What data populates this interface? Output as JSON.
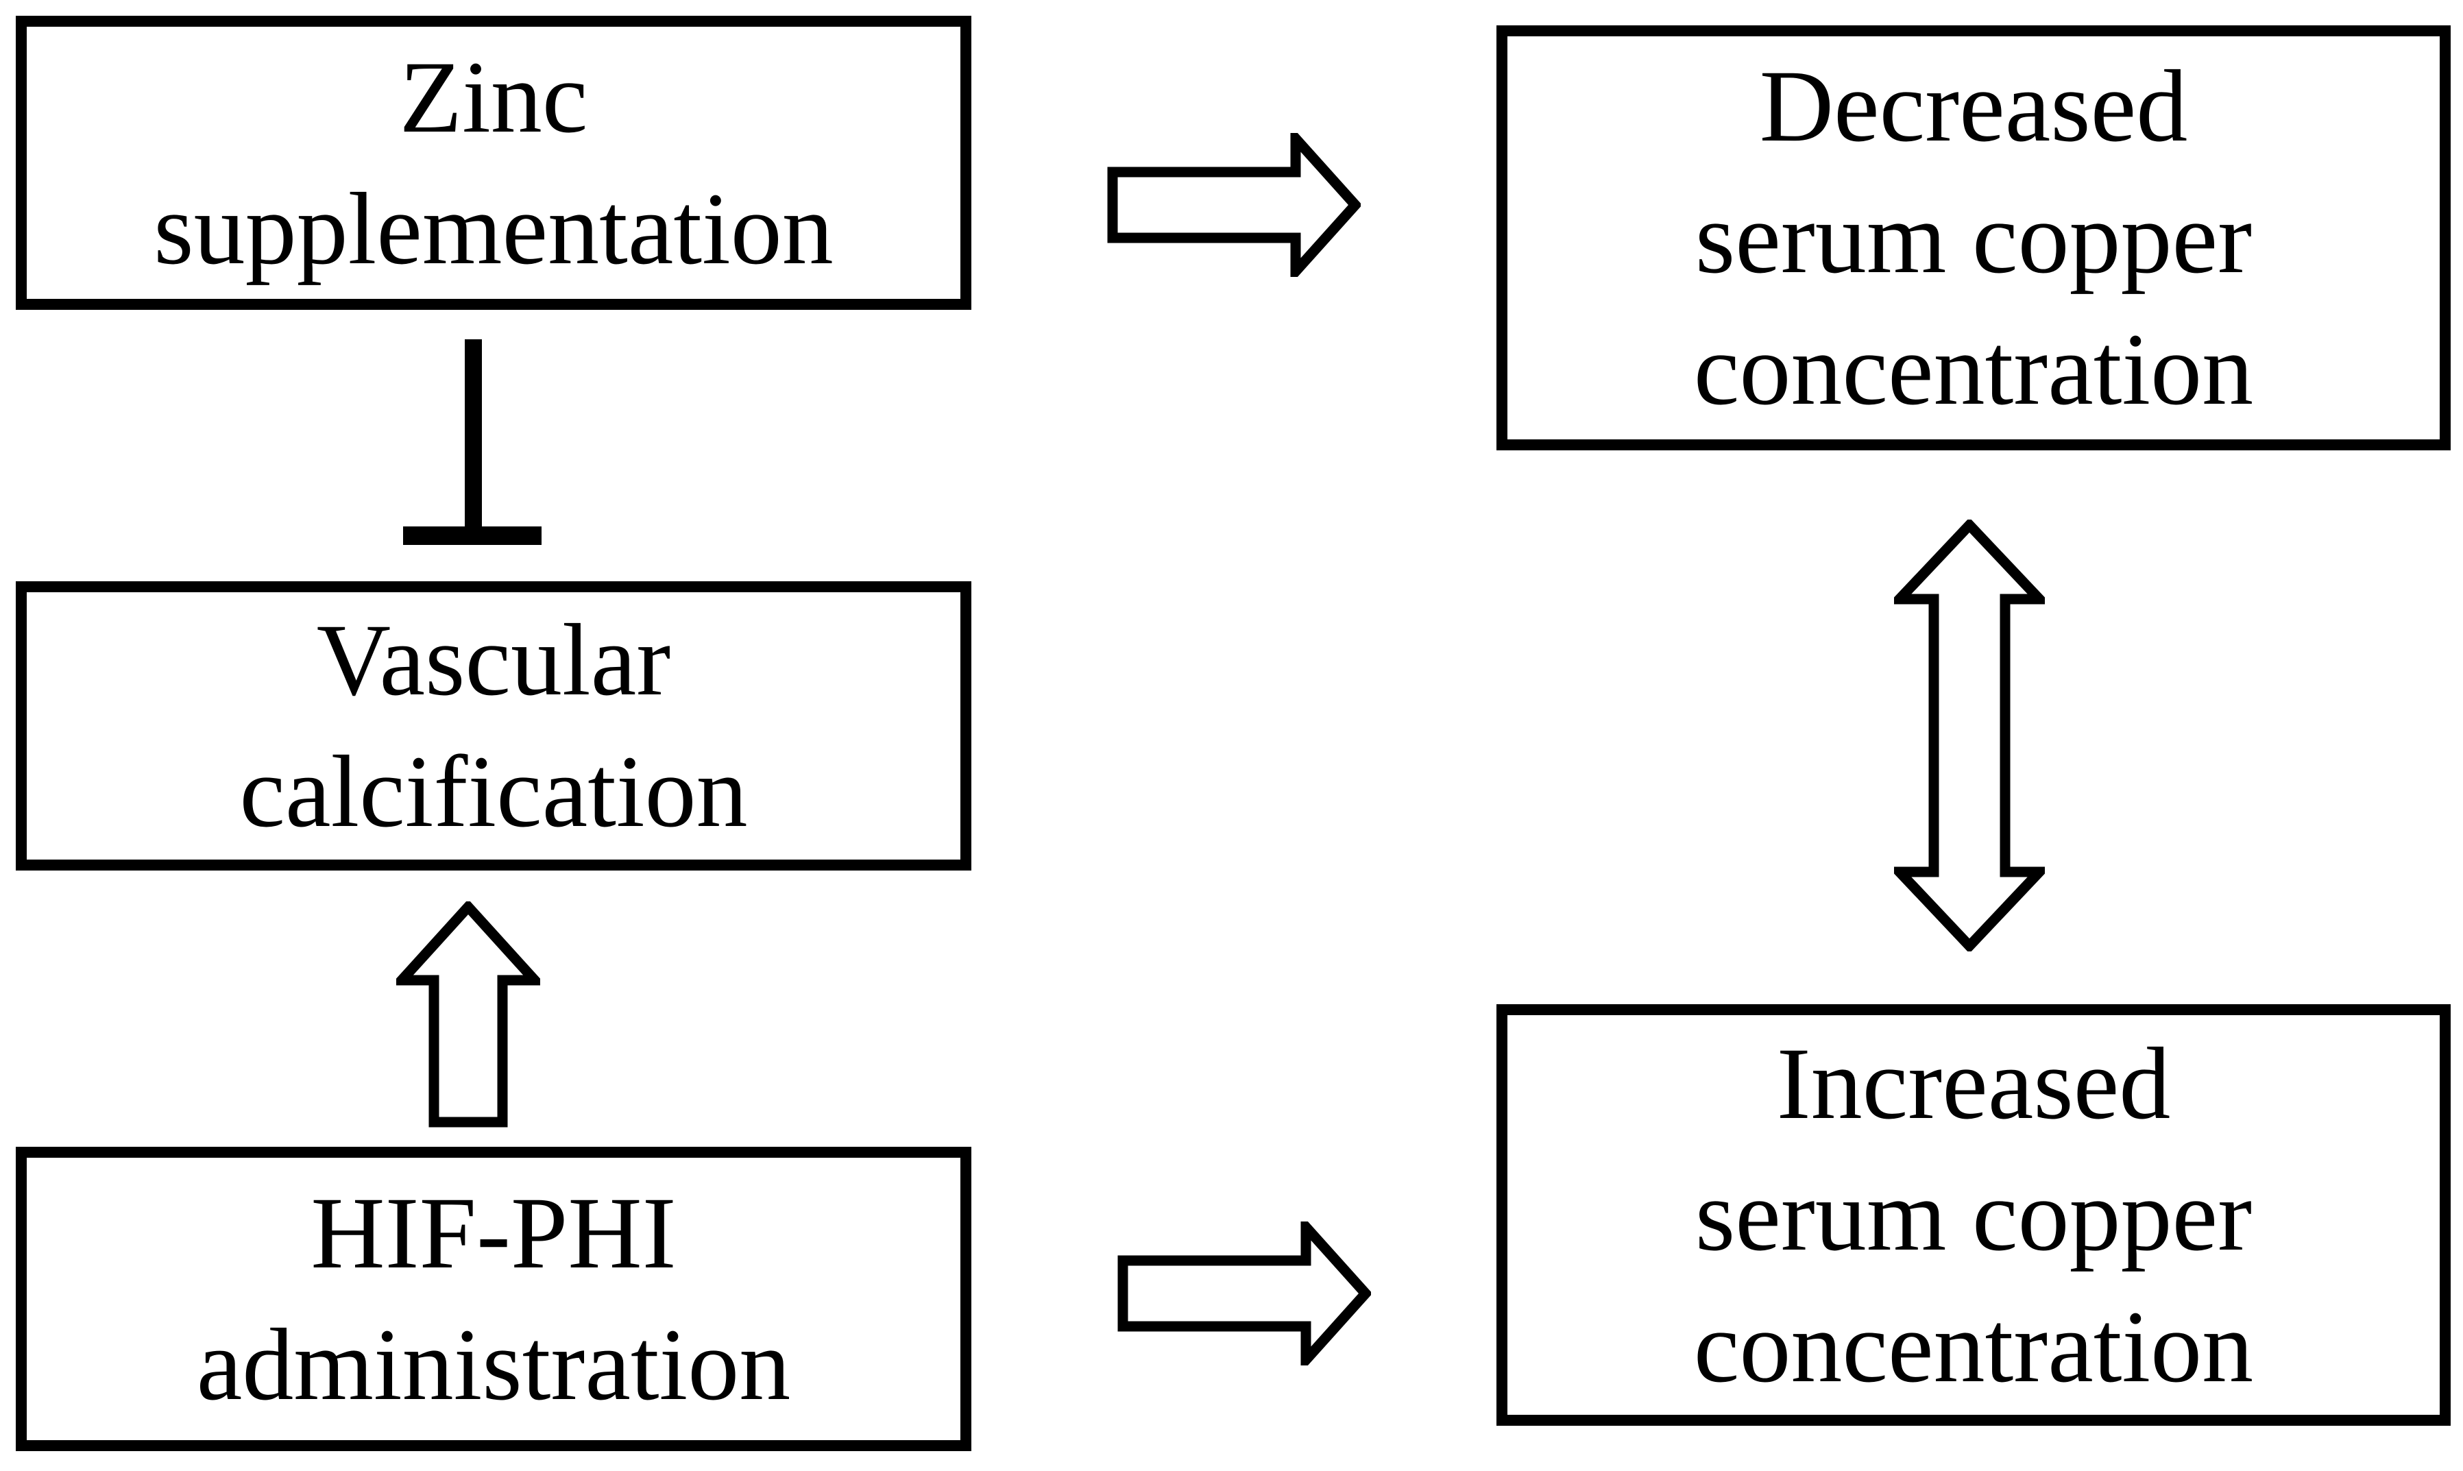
{
  "figure": {
    "background_color": "#ffffff",
    "box_border_color": "#000000",
    "text_color": "#000000",
    "arrow_fill_color": "#ffffff",
    "arrow_outline_color": "#000000"
  },
  "boxes": {
    "zinc": {
      "lines": [
        "Zinc",
        "supplementation"
      ]
    },
    "vascular": {
      "lines": [
        "Vascular",
        "calcification"
      ]
    },
    "hifphi": {
      "lines": [
        "HIF-PHI",
        "administration"
      ]
    },
    "decreased": {
      "lines": [
        "Decreased",
        "serum copper",
        "concentration"
      ]
    },
    "increased": {
      "lines": [
        "Increased",
        "serum copper",
        "concentration"
      ]
    }
  },
  "connectors": [
    {
      "id": "zinc-to-decreased",
      "type": "block-arrow-right",
      "from": "Zinc supplementation",
      "to": "Decreased serum copper concentration"
    },
    {
      "id": "zinc-inhibits-vascular",
      "type": "t-bar-inhibitor-down",
      "from": "Zinc supplementation",
      "to": "Vascular calcification"
    },
    {
      "id": "hifphi-to-vascular",
      "type": "block-arrow-up",
      "from": "HIF-PHI administration",
      "to": "Vascular calcification"
    },
    {
      "id": "hifphi-to-increased",
      "type": "block-arrow-right",
      "from": "HIF-PHI administration",
      "to": "Increased serum copper concentration"
    },
    {
      "id": "decreased-increased-link",
      "type": "block-arrow-double-vertical",
      "from": "Decreased serum copper concentration",
      "to": "Increased serum copper concentration"
    }
  ]
}
